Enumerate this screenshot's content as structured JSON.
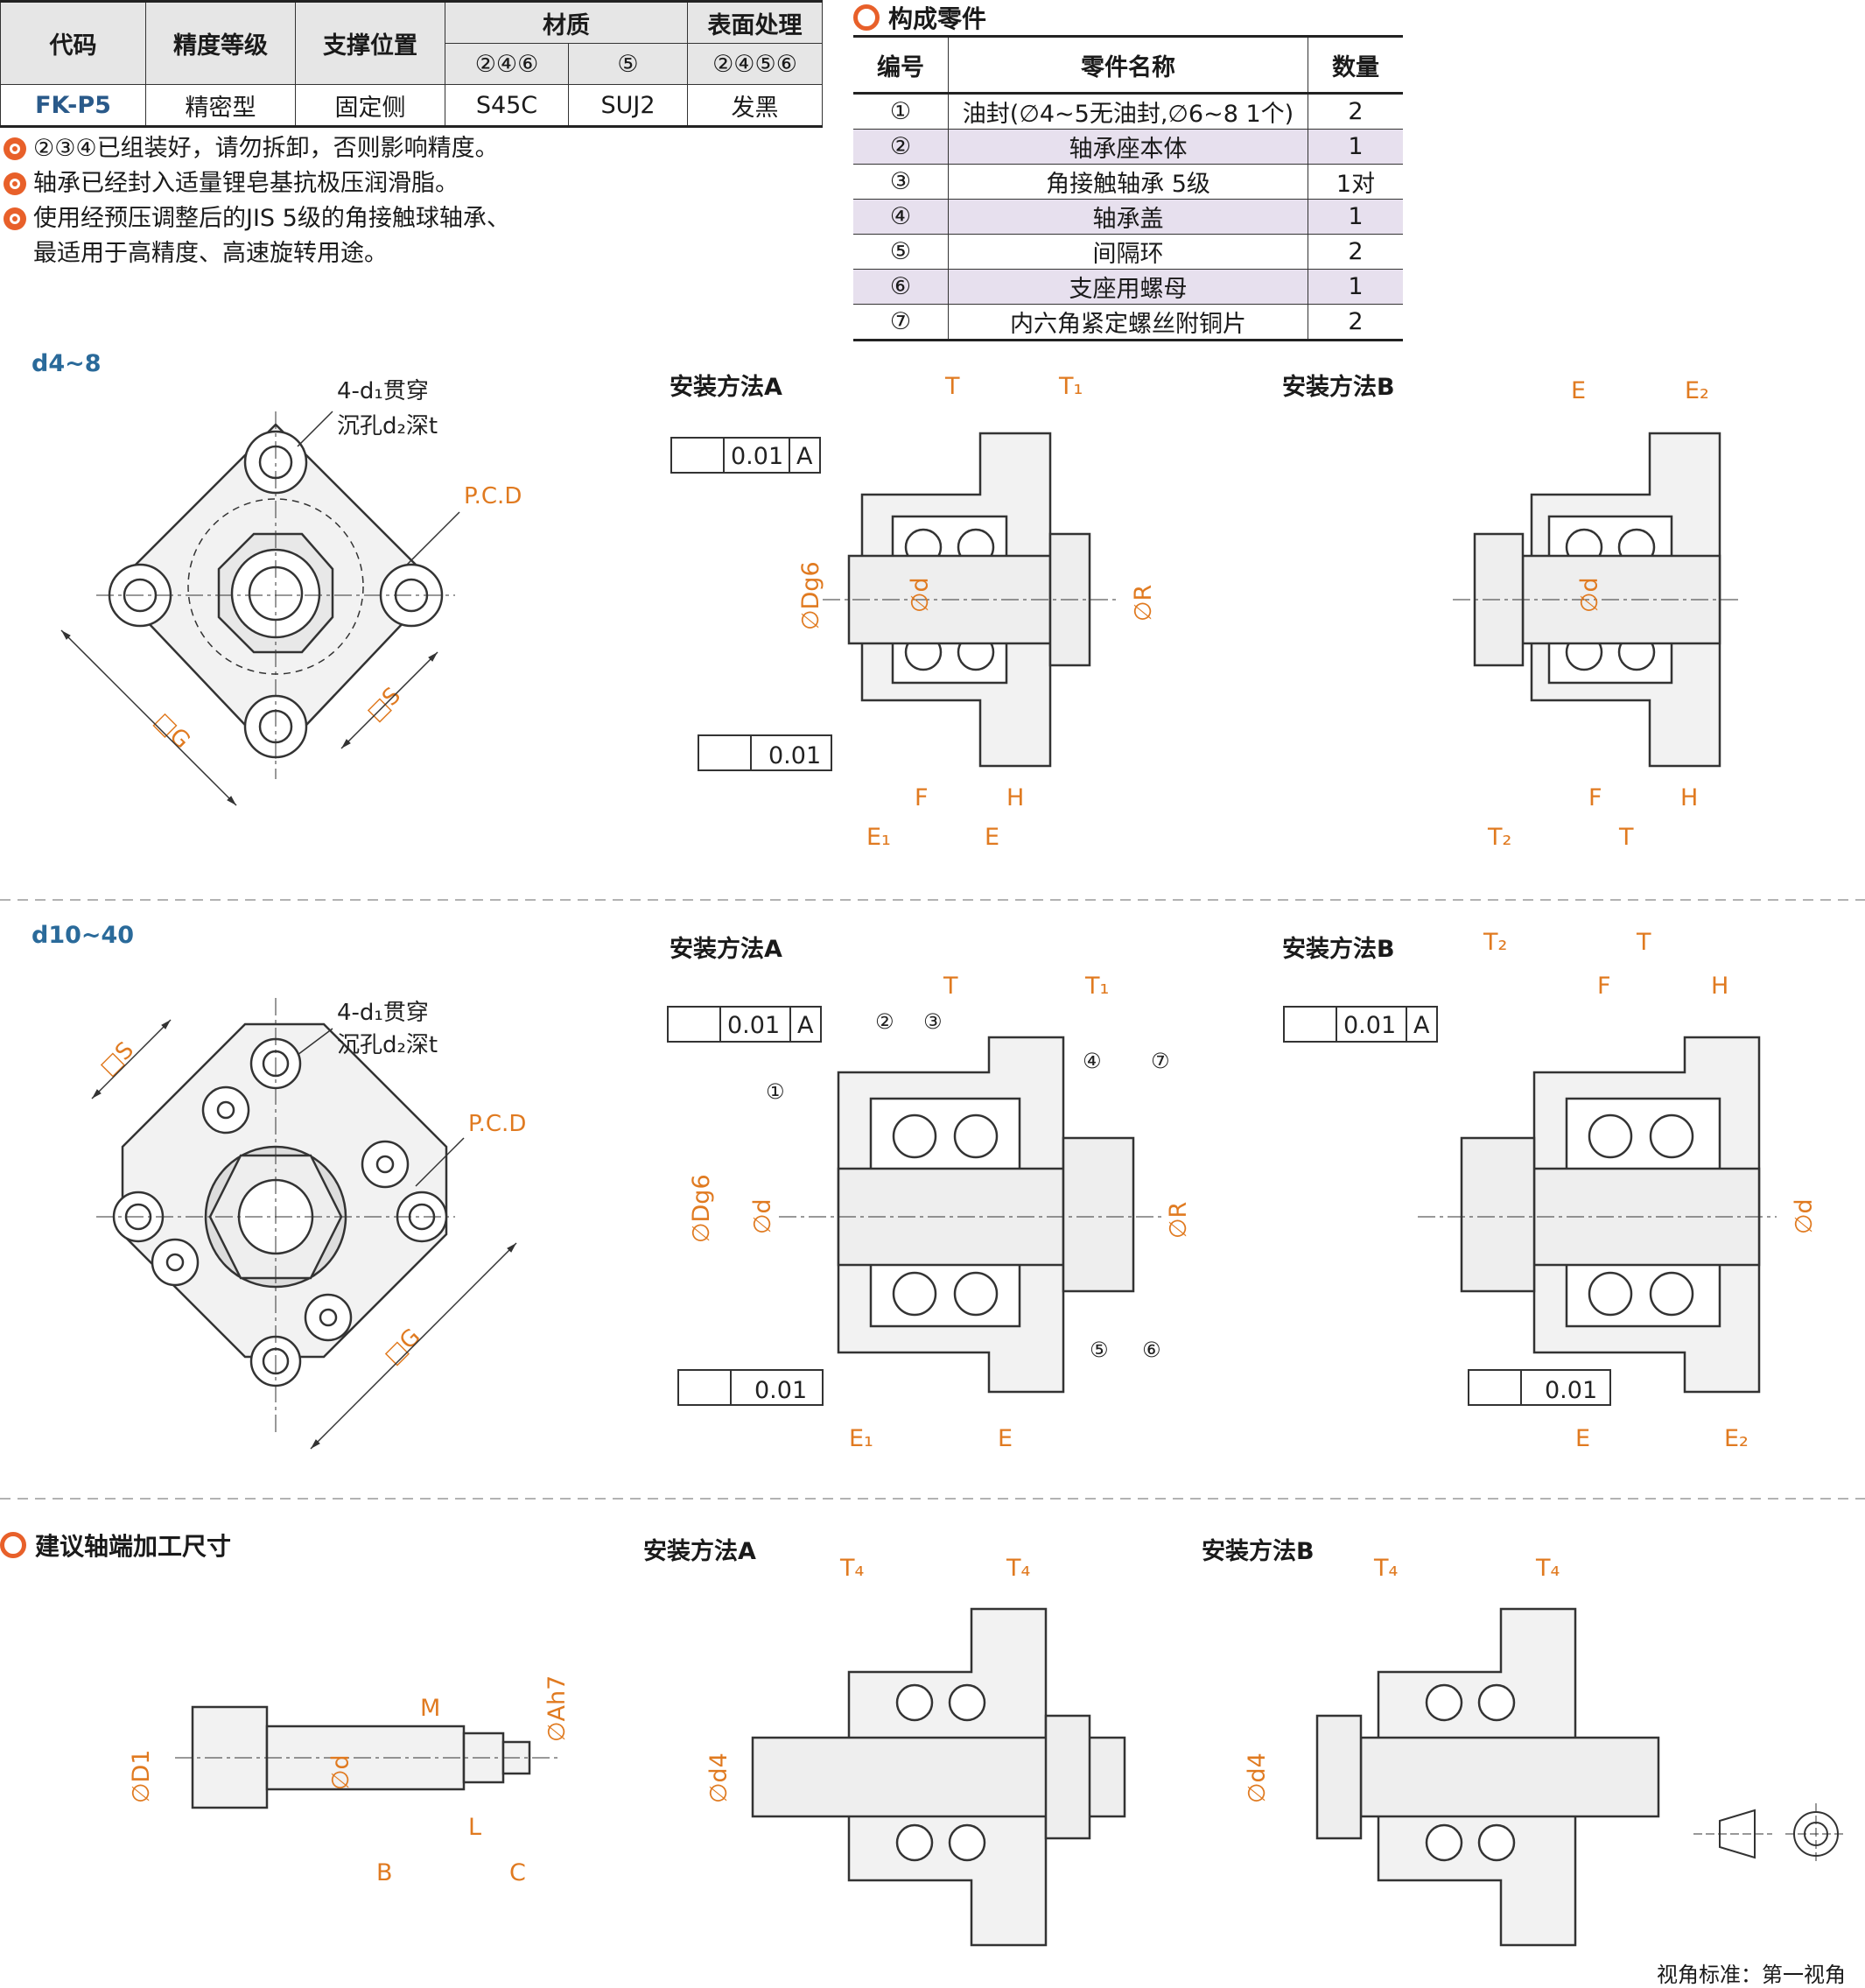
{
  "spec_table": {
    "headers": {
      "code": "代码",
      "precision": "精度等级",
      "support": "支撑位置",
      "material": "材质",
      "surface": "表面处理",
      "material_sub1": "②④⑥",
      "material_sub2": "⑤",
      "surface_sub": "②④⑤⑥"
    },
    "row": {
      "code": "FK-P5",
      "precision": "精密型",
      "support": "固定侧",
      "mat1": "S45C",
      "mat2": "SUJ2",
      "surface": "发黑"
    }
  },
  "notes": [
    "②③④已组装好，请勿拆卸，否则影响精度。",
    "轴承已经封入适量锂皂基抗极压润滑脂。",
    "使用经预压调整后的JIS 5级的角接触球轴承、",
    "最适用于高精度、高速旋转用途。"
  ],
  "parts": {
    "title": "构成零件",
    "headers": {
      "no": "编号",
      "name": "零件名称",
      "qty": "数量"
    },
    "rows": [
      {
        "no": "①",
        "name": "油封(∅4~5无油封,∅6~8 1个)",
        "qty": "2"
      },
      {
        "no": "②",
        "name": "轴承座本体",
        "qty": "1"
      },
      {
        "no": "③",
        "name": "角接触轴承 5级",
        "qty": "1对"
      },
      {
        "no": "④",
        "name": "轴承盖",
        "qty": "1"
      },
      {
        "no": "⑤",
        "name": "间隔环",
        "qty": "2"
      },
      {
        "no": "⑥",
        "name": "支座用螺母",
        "qty": "1"
      },
      {
        "no": "⑦",
        "name": "内六角紧定螺丝附铜片",
        "qty": "2"
      }
    ]
  },
  "section_labels": {
    "small": "d4~8",
    "large": "d10~40"
  },
  "method_labels": {
    "a": "安装方法A",
    "b": "安装方法B"
  },
  "dims": {
    "hole_note1": "4-d₁贯穿",
    "hole_note2": "沉孔d₂深t",
    "pcd": "P.C.D",
    "g": "□G",
    "s": "□S",
    "T": "T",
    "T1": "T₁",
    "T2": "T₂",
    "T4": "T₄",
    "E": "E",
    "E1": "E₁",
    "E2": "E₂",
    "F": "F",
    "H": "H",
    "Dg6": "∅Dg6",
    "d": "∅d",
    "R": "∅R",
    "d4": "∅d4",
    "D1": "∅D1",
    "Ah7": "∅Ah7",
    "M": "M",
    "B": "B",
    "L": "L",
    "C": "C",
    "perp_value": "0.01",
    "datum": "A",
    "flat_value": "0.01"
  },
  "shaft_title": "建议轴端加工尺寸",
  "view_standard": "视角标准：第一视角",
  "callouts": [
    "①",
    "②",
    "③",
    "④",
    "⑤",
    "⑥",
    "⑦"
  ],
  "colors": {
    "accent": "#e8602a",
    "dim_orange": "#e07a20",
    "section_blue": "#2a6a9a",
    "parts_row_alt": "#e7e0ee"
  }
}
